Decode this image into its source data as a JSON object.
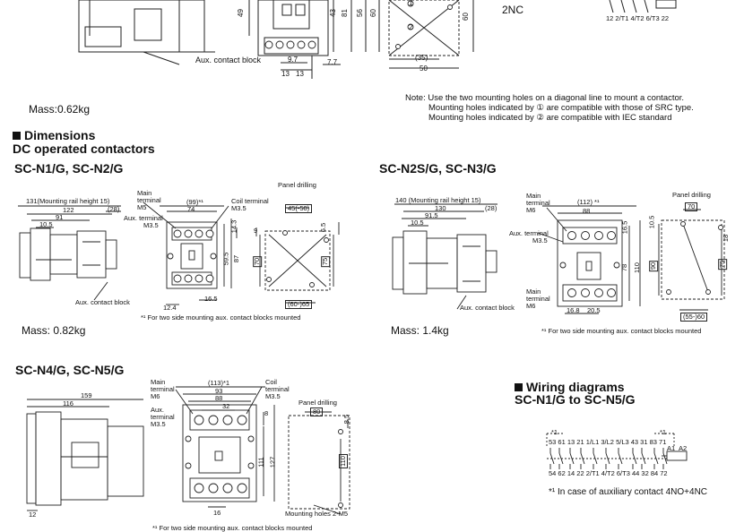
{
  "top": {
    "aux_contact_label": "Aux. contact block",
    "dims_front": [
      "9.7",
      "13",
      "13",
      "7.7",
      "49",
      "43",
      "81"
    ],
    "dims_panel": [
      "56",
      "60",
      "60",
      "(35)",
      "50"
    ],
    "hole1": "1",
    "hole2": "2",
    "nc_label": "2NC",
    "terminals": "12  2/T1  4/T2  6/T3  22",
    "mass": "Mass:0.62kg",
    "note_lines": [
      "Note: Use the two mounting holes on a diagonal line to mount a contactor.",
      "Mounting holes indicated by ① are compatible with those of SRC type.",
      "Mounting holes indicated by ② are compatible with IEC standard"
    ]
  },
  "dimensions": {
    "title": "Dimensions",
    "subtitle": "DC operated contactors"
  },
  "n1": {
    "model": "SC-N1/G, SC-N2/G",
    "rail": "131(Mounting rail height 15)",
    "d122": "122",
    "d28": "(28)",
    "d91": "91",
    "d105": "10.5",
    "main_terminal": [
      "Main",
      "terminal",
      "M5"
    ],
    "aux_terminal": [
      "Aux. terminal",
      "M3.5"
    ],
    "d99": "(99)*¹",
    "d74": "74",
    "coil_terminal": [
      "Coil terminal",
      "M3.5"
    ],
    "d143": "14.3",
    "d595": "59.5",
    "d87": "87",
    "d124": "12.4",
    "d165": "16.5",
    "panel_drilling": "Panel drilling",
    "d45": "45(-50)",
    "d9": "9",
    "d65": "6.5",
    "d70": "70",
    "d75": "75",
    "d6065": "(60-)65",
    "aux_block": "Aux. contact block",
    "note": "*¹ For two side mounting aux. contact blocks mounted",
    "mass": "Mass: 0.82kg"
  },
  "n2s": {
    "model": "SC-N2S/G, SC-N3/G",
    "rail": "140 (Mounting rail height 15)",
    "d130": "130",
    "d28": "(28)",
    "d915": "91.5",
    "d105": "10.5",
    "main_terminal": [
      "Main",
      "terminal",
      "M6"
    ],
    "aux_terminal": [
      "Aux. terminal",
      "M3.5"
    ],
    "main_terminal2": [
      "Main",
      "terminal",
      "M6"
    ],
    "d112": "(112) *¹",
    "d88": "88",
    "d165": "16.5",
    "d78": "78",
    "d110": "110",
    "d168": "16.8",
    "d205": "20.5",
    "panel_drilling": "Panel drilling",
    "d70": "70",
    "d105b": "10.5",
    "d18": "18",
    "d90": "90",
    "d75": "75",
    "d5560": "(55-)60",
    "aux_block": "Aux. contact block",
    "note": "*¹ For two side mounting aux. contact blocks mounted",
    "mass": "Mass: 1.4kg"
  },
  "n4": {
    "model": "SC-N4/G, SC-N5/G",
    "d159": "159",
    "d116": "116",
    "main_terminal": [
      "Main",
      "terminal",
      "M6"
    ],
    "aux_terminal": [
      "Aux.",
      "terminal",
      "M3.5"
    ],
    "d113": "(113)*1",
    "d93": "93",
    "d88": "88",
    "d32": "32",
    "coil_terminal": [
      "Coil",
      "terminal",
      "M3.5"
    ],
    "d8": "8",
    "d111": "111",
    "d127": "127",
    "d16": "16",
    "d12": "12",
    "panel_drilling": "Panel drilling",
    "d80": "80",
    "d85": "8.5",
    "d110": "110",
    "holes": "Mounting holes 2-M5",
    "note": "*¹ For two side mounting aux. contact blocks mounted"
  },
  "wiring": {
    "title": "Wiring diagrams",
    "subtitle": "SC-N1/G to SC-N5/G",
    "star1": "*1",
    "star2": "*1",
    "top_terms": "53 61  13  21  1/L1 3/L2 5/L3  43 31  83 71",
    "bot_terms": "54 62  14  22  2/T1 4/T2 6/T3  44 32  84 72",
    "a1": "A1",
    "a2": "A2",
    "note": "*¹  In case of auxiliary contact 4NO+4NC"
  }
}
